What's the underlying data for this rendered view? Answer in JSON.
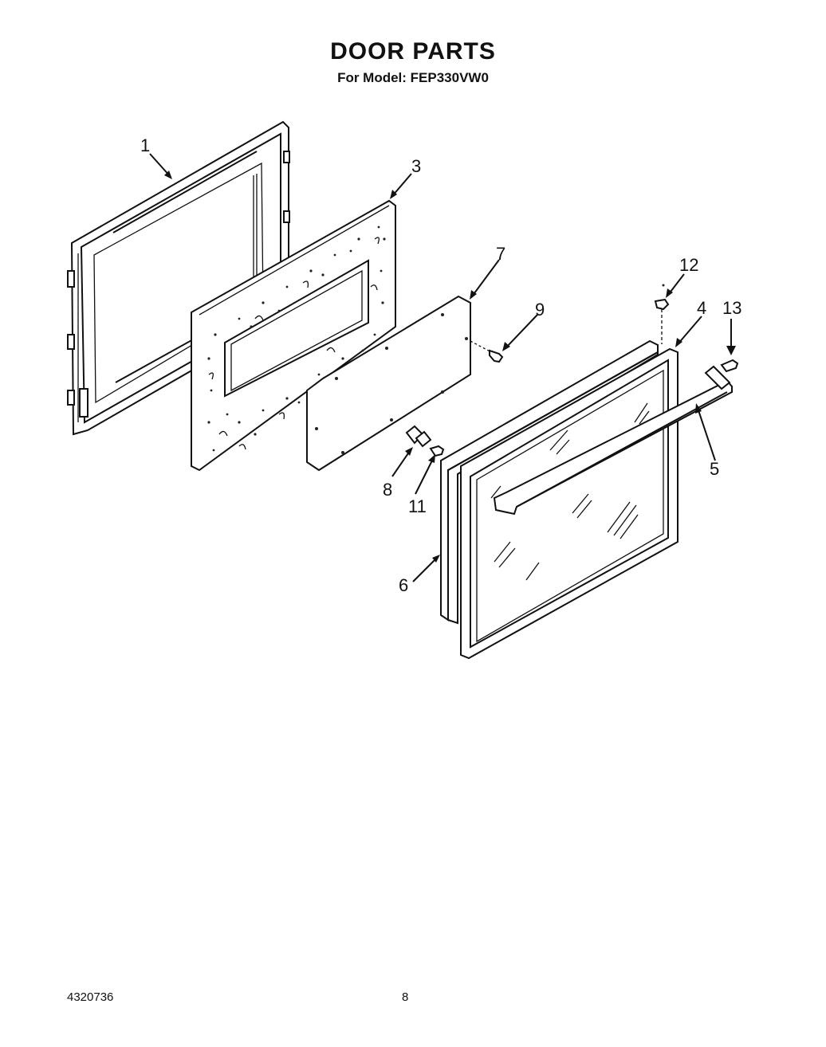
{
  "header": {
    "title": "DOOR PARTS",
    "subtitle": "For Model: FEP330VW0"
  },
  "footer": {
    "document_number": "4320736",
    "page_number": "8"
  },
  "callouts": [
    "1",
    "3",
    "7",
    "9",
    "12",
    "4",
    "13",
    "5",
    "8",
    "11",
    "6"
  ]
}
